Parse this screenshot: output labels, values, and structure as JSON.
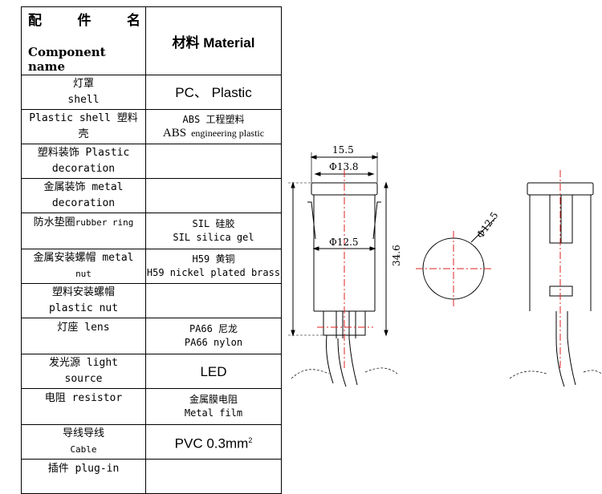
{
  "table": {
    "header": {
      "name_zh": [
        "配",
        "件",
        "名"
      ],
      "name_en": "Component name",
      "material": "材料 Material"
    },
    "rows": [
      {
        "name": [
          "灯罩",
          "shell"
        ],
        "material": [
          "PC、 Plastic"
        ]
      },
      {
        "name": [
          "Plastic shell 塑料",
          "壳"
        ],
        "material": [
          "ABS 工程塑料",
          "ABS",
          "engineering plastic"
        ]
      },
      {
        "name": [
          "塑料装饰 Plastic",
          "decoration"
        ],
        "material": []
      },
      {
        "name": [
          "金属装饰 metal",
          "decoration"
        ],
        "material": []
      },
      {
        "name": [
          "防水垫圈",
          "rubber ring"
        ],
        "material": [
          "SIL 硅胶",
          "SIL silica gel"
        ]
      },
      {
        "name": [
          "金属安装螺帽 metal",
          "nut"
        ],
        "material": [
          "H59 黄铜",
          "H59 nickel plated brass"
        ]
      },
      {
        "name": [
          "塑料安装螺帽",
          "plastic nut"
        ],
        "material": []
      },
      {
        "name": [
          "灯座 lens"
        ],
        "material": [
          "PA66 尼龙",
          "PA66 nylon"
        ]
      },
      {
        "name": [
          "发光源 light",
          "source"
        ],
        "material": [
          "LED"
        ]
      },
      {
        "name": [
          "电阻 resistor"
        ],
        "material": [
          "金属膜电阻",
          "Metal film"
        ]
      },
      {
        "name": [
          "导线导线",
          "Cable"
        ],
        "material": [
          "PVC 0.3mm",
          "2"
        ]
      },
      {
        "name": [
          "插件 plug-in"
        ],
        "material": []
      }
    ]
  },
  "drawing": {
    "dim_outer": "15.5",
    "dim_inner": "Φ13.8",
    "dim_body": "Φ12.5",
    "dim_height": "34.6",
    "dim_hole": "Φ12.5"
  },
  "colors": {
    "center_line": "#e02020",
    "line": "#000000"
  }
}
